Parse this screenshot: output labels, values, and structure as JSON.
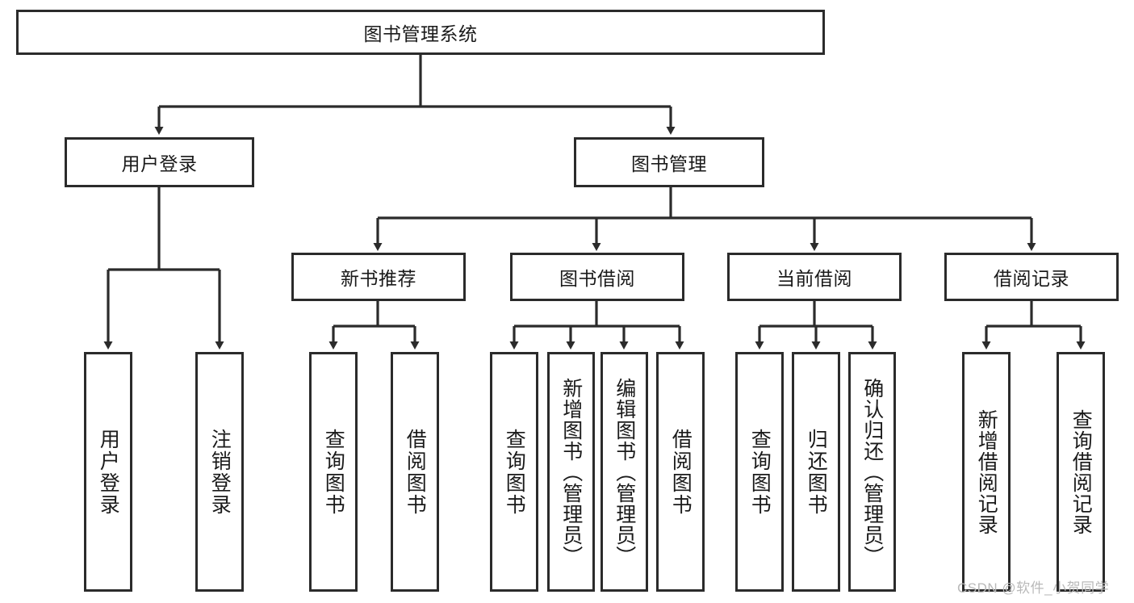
{
  "diagram": {
    "type": "tree-hierarchy-chart",
    "title": "图书管理系统",
    "root": {
      "label": "图书管理系统",
      "children": [
        {
          "label": "用户登录",
          "children": [
            {
              "label": "用户登录"
            },
            {
              "label": "注销登录"
            }
          ]
        },
        {
          "label": "图书管理",
          "children": [
            {
              "label": "新书推荐",
              "children": [
                {
                  "label": "查询图书"
                },
                {
                  "label": "借阅图书"
                }
              ]
            },
            {
              "label": "图书借阅",
              "children": [
                {
                  "label": "查询图书"
                },
                {
                  "label": "新增图书（管理员）"
                },
                {
                  "label": "编辑图书（管理员）"
                },
                {
                  "label": "借阅图书"
                }
              ]
            },
            {
              "label": "当前借阅",
              "children": [
                {
                  "label": "查询图书"
                },
                {
                  "label": "归还图书"
                },
                {
                  "label": "确认归还（管理员）"
                }
              ]
            },
            {
              "label": "借阅记录",
              "children": [
                {
                  "label": "新增借阅记录"
                },
                {
                  "label": "查询借阅记录"
                }
              ]
            }
          ]
        }
      ]
    },
    "nodes": {
      "root": "图书管理系统",
      "l2_user_login": "用户登录",
      "l2_book_manage": "图书管理",
      "l3_new_book": "新书推荐",
      "l3_borrow": "图书借阅",
      "l3_current": "当前借阅",
      "l3_record": "借阅记录",
      "leaf_user_login": "用户登录",
      "leaf_logout": "注销登录",
      "leaf_nb_query": "查询图书",
      "leaf_nb_borrow": "借阅图书",
      "leaf_bo_query": "查询图书",
      "leaf_bo_add": "新增图书（管理员）",
      "leaf_bo_edit": "编辑图书（管理员）",
      "leaf_bo_borrow": "借阅图书",
      "leaf_cu_query": "查询图书",
      "leaf_cu_return": "归还图书",
      "leaf_cu_confirm": "确认归还（管理员）",
      "leaf_rc_add": "新增借阅记录",
      "leaf_rc_query": "查询借阅记录"
    },
    "colors": {
      "stroke": "#2b2b2b",
      "fill": "#ffffff",
      "text": "#1a1a1a",
      "watermark": "#b9b9b9"
    }
  },
  "watermark": {
    "text": "CSDN @软件_小贺同学"
  }
}
